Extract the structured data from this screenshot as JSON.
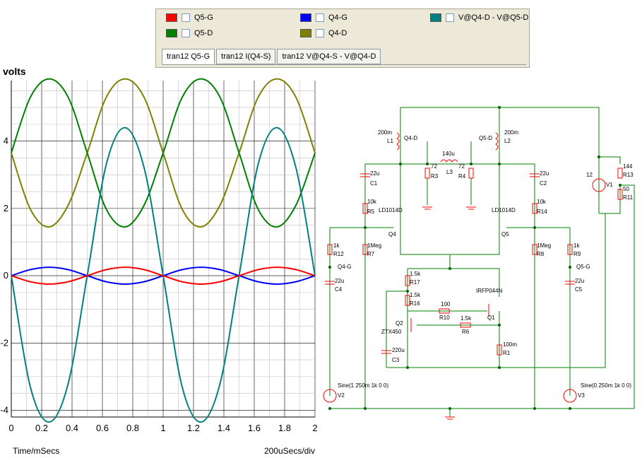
{
  "legend": {
    "items": [
      {
        "label": "Q5-G",
        "color": "#ff0000"
      },
      {
        "label": "Q4-G",
        "color": "#0000ff"
      },
      {
        "label": "V@Q4-D - V@Q5-D",
        "color": "#008080"
      },
      {
        "label": "Q5-D",
        "color": "#008000"
      },
      {
        "label": "Q4-D",
        "color": "#808000"
      }
    ]
  },
  "tabs": [
    {
      "label": "tran12 Q5-G",
      "active": true
    },
    {
      "label": "tran12 I(Q4-S)",
      "active": false
    },
    {
      "label": "tran12 V@Q4-S - V@Q4-D",
      "active": false
    }
  ],
  "chart_data": {
    "type": "line",
    "ylabel": "volts",
    "xlabel": "Time/mSecs",
    "x_division_label": "200uSecs/div",
    "xlim": [
      0,
      2
    ],
    "ylim": [
      -4.2,
      5.8
    ],
    "x_ticks": [
      "0",
      "0.2",
      "0.4",
      "0.6",
      "0.8",
      "1",
      "1.2",
      "1.4",
      "1.6",
      "1.8",
      "2"
    ],
    "y_ticks": [
      "-4",
      "-2",
      "0",
      "2",
      "4"
    ],
    "series": [
      {
        "name": "Q4-D",
        "color": "#808000",
        "x": [
          0,
          0.125,
          0.25,
          0.375,
          0.5,
          0.625,
          0.75,
          0.875,
          1,
          1.125,
          1.25,
          1.375,
          1.5,
          1.625,
          1.75,
          1.875,
          2
        ],
        "y": [
          3.65,
          1.98,
          1.45,
          2.1,
          3.65,
          5.3,
          5.85,
          5.3,
          3.65,
          1.98,
          1.45,
          2.1,
          3.65,
          5.3,
          5.85,
          5.3,
          3.65
        ]
      },
      {
        "name": "Q5-D",
        "color": "#008000",
        "x": [
          0,
          0.125,
          0.25,
          0.375,
          0.5,
          0.625,
          0.75,
          0.875,
          1,
          1.125,
          1.25,
          1.375,
          1.5,
          1.625,
          1.75,
          1.875,
          2
        ],
        "y": [
          3.65,
          5.3,
          5.85,
          5.3,
          3.65,
          1.98,
          1.45,
          2.1,
          3.65,
          5.3,
          5.85,
          5.3,
          3.65,
          1.98,
          1.45,
          2.1,
          3.65
        ]
      },
      {
        "name": "V@Q4-D - V@Q5-D",
        "color": "#008080",
        "x": [
          0,
          0.125,
          0.25,
          0.375,
          0.5,
          0.625,
          0.75,
          0.875,
          1,
          1.125,
          1.25,
          1.375,
          1.5,
          1.625,
          1.75,
          1.875,
          2
        ],
        "y": [
          0,
          -3.3,
          -4.35,
          -3.2,
          0,
          3.3,
          4.4,
          3.2,
          0,
          -3.3,
          -4.35,
          -3.2,
          0,
          3.3,
          4.4,
          3.2,
          0
        ]
      },
      {
        "name": "Q4-G",
        "color": "#0000ff",
        "x": [
          0,
          0.125,
          0.25,
          0.375,
          0.5,
          0.625,
          0.75,
          0.875,
          1,
          1.125,
          1.25,
          1.375,
          1.5,
          1.625,
          1.75,
          1.875,
          2
        ],
        "y": [
          0,
          0.18,
          0.25,
          0.18,
          0,
          -0.18,
          -0.25,
          -0.18,
          0,
          0.18,
          0.25,
          0.18,
          0,
          -0.18,
          -0.25,
          -0.18,
          0
        ]
      },
      {
        "name": "Q5-G",
        "color": "#ff0000",
        "x": [
          0,
          0.125,
          0.25,
          0.375,
          0.5,
          0.625,
          0.75,
          0.875,
          1,
          1.125,
          1.25,
          1.375,
          1.5,
          1.625,
          1.75,
          1.875,
          2
        ],
        "y": [
          0,
          -0.18,
          -0.25,
          -0.18,
          0,
          0.18,
          0.25,
          0.18,
          0,
          -0.18,
          -0.25,
          -0.18,
          0,
          0.18,
          0.25,
          0.18,
          0
        ]
      }
    ],
    "grid": true
  },
  "schematic": {
    "labels": {
      "L1": "L1",
      "L1v": "200m",
      "L2": "L2",
      "L2v": "200m",
      "L3": "L3",
      "L3v": "140u",
      "C1": "C1",
      "C1v": "22u",
      "C2": "C2",
      "C2v": "22u",
      "R3": "R3",
      "R3v": "72",
      "R4": "R4",
      "R4v": "72",
      "R5": "R5",
      "R5v": "10k",
      "R14": "R14",
      "R14v": "10k",
      "Q4": "Q4",
      "Q4t": "LD1014D",
      "Q5": "Q5",
      "Q5t": "LD1014D",
      "R12": "R12",
      "R12v": "1k",
      "R7": "R7",
      "R7v": "1Meg",
      "R8": "R8",
      "R8v": "1Meg",
      "R9": "R9",
      "R9v": "1k",
      "C4": "C4",
      "C4v": "22u",
      "C5": "C5",
      "C5v": "22u",
      "R17": "R17",
      "R17v": "1.5k",
      "R16": "R16",
      "R16v": "1.5k",
      "R10": "R10",
      "R10v": "100",
      "R6": "R6",
      "R6v": "1.5k",
      "Q1": "Q1",
      "Q1t": "IRFP044N",
      "Q2": "Q2",
      "Q2t": "ZTX450",
      "C3": "C3",
      "C3v": "220u",
      "R1": "R1",
      "R1v": "100m",
      "V1": "V1",
      "V1v": "12",
      "R13": "R13",
      "R13v": "144",
      "R11": "R11",
      "R11v": "50",
      "V2": "V2",
      "V2v": "Sine(1 250m 1k 0 0)",
      "V3": "V3",
      "V3v": "Sine(0 250m 1k 0 0)",
      "probe_Q4D": "Q4-D",
      "probe_Q5D": "Q5-D",
      "probe_Q4G": "Q4-G",
      "probe_Q5G": "Q5-G"
    }
  }
}
